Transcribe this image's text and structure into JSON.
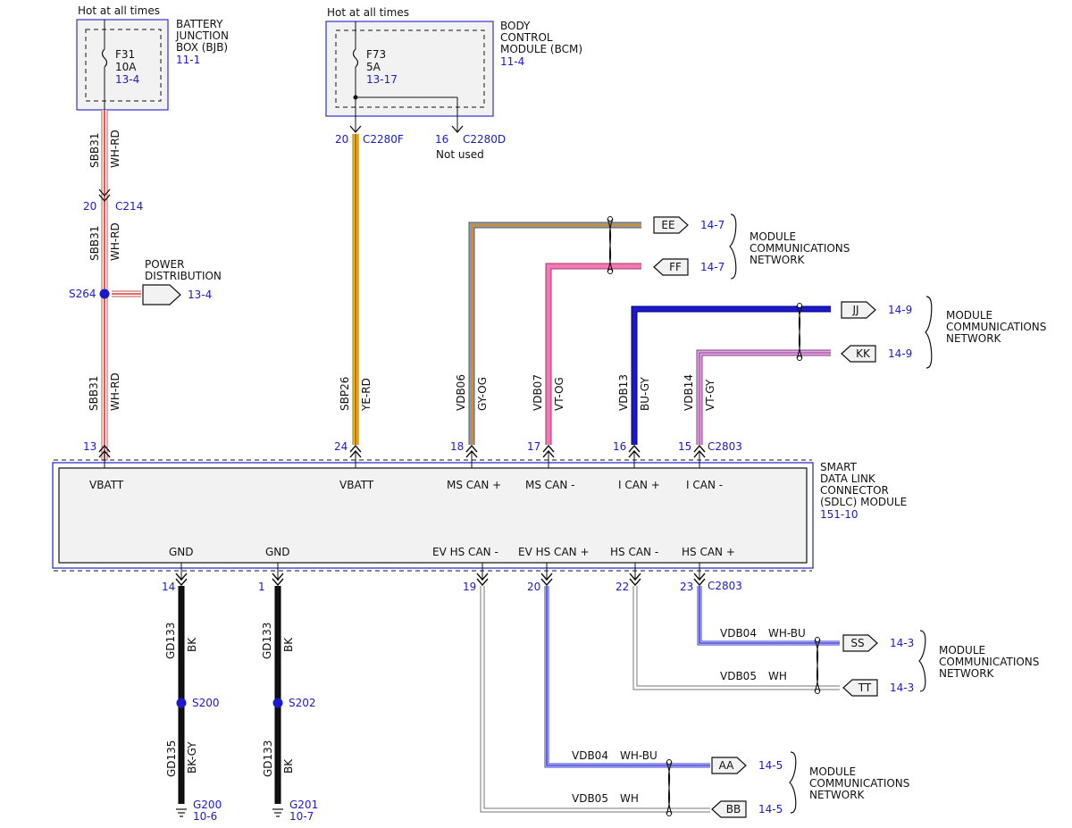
{
  "bjb": {
    "supply": "Hot at all times",
    "name_lines": [
      "BATTERY",
      "JUNCTION",
      "BOX (BJB)"
    ],
    "ref": "11-1",
    "fuse": "F31",
    "fuse_amp": "10A",
    "fuse_ref": "13-4"
  },
  "bcm": {
    "supply": "Hot at all times",
    "name_lines": [
      "BODY",
      "CONTROL",
      "MODULE (BCM)"
    ],
    "ref": "11-4",
    "fuse": "F73",
    "fuse_amp": "5A",
    "fuse_ref": "13-17",
    "pin1": "20",
    "conn1": "C2280F",
    "pin2": "16",
    "conn2": "C2280D",
    "not_used": "Not used"
  },
  "c214": {
    "pin": "20",
    "conn": "C214"
  },
  "s264": {
    "label": "S264"
  },
  "power_dist": {
    "lines": [
      "POWER",
      "DISTRIBUTION"
    ],
    "ref": "13-4"
  },
  "sdlc": {
    "name_lines": [
      "SMART",
      "DATA LINK",
      "CONNECTOR",
      "(SDLC) MODULE"
    ],
    "ref": "151-10",
    "top_conn": "C2803",
    "bottom_conn": "C2803"
  },
  "top_wires": [
    {
      "pin": "13",
      "circuit": "SBB31",
      "color": "WH-RD",
      "label": "VBATT"
    },
    {
      "pin": "24",
      "circuit": "SBP26",
      "color": "YE-RD",
      "label": "VBATT"
    },
    {
      "pin": "18",
      "circuit": "VDB06",
      "color": "GY-OG",
      "label": "MS CAN +"
    },
    {
      "pin": "17",
      "circuit": "VDB07",
      "color": "VT-OG",
      "label": "MS CAN -"
    },
    {
      "pin": "16",
      "circuit": "VDB13",
      "color": "BU-GY",
      "label": "I CAN +"
    },
    {
      "pin": "15",
      "circuit": "VDB14",
      "color": "VT-GY",
      "label": "I CAN -"
    }
  ],
  "bjb_wire": {
    "circuit": "SBB31",
    "color": "WH-RD"
  },
  "c214_wire": {
    "circuit": "SBB31",
    "color": "WH-RD"
  },
  "bottom_wires": [
    {
      "pin": "14",
      "circuit": "GD133",
      "color": "BK",
      "label": "GND"
    },
    {
      "pin": "1",
      "circuit": "GD133",
      "color": "BK",
      "label": "GND"
    },
    {
      "pin": "19",
      "label": "EV HS CAN -"
    },
    {
      "pin": "20",
      "label": "EV HS CAN +"
    },
    {
      "pin": "22",
      "label": "HS CAN -"
    },
    {
      "pin": "23",
      "label": "HS CAN +"
    }
  ],
  "splices": [
    {
      "label": "S200",
      "circuit": "GD135",
      "color": "BK-GY",
      "ground": "G200",
      "ref": "10-6"
    },
    {
      "label": "S202",
      "circuit": "GD133",
      "color": "BK",
      "ground": "G201",
      "ref": "10-7"
    }
  ],
  "connectors": {
    "EE": {
      "ref": "14-7"
    },
    "FF": {
      "ref": "14-7"
    },
    "JJ": {
      "ref": "14-9"
    },
    "KK": {
      "ref": "14-9"
    },
    "SS": {
      "ref": "14-3",
      "circuit": "VDB04",
      "color": "WH-BU"
    },
    "TT": {
      "ref": "14-3",
      "circuit": "VDB05",
      "color": "WH"
    },
    "AA": {
      "ref": "14-5",
      "circuit": "VDB04",
      "color": "WH-BU"
    },
    "BB": {
      "ref": "14-5",
      "circuit": "VDB05",
      "color": "WH"
    }
  },
  "networks": {
    "n1": [
      "MODULE",
      "COMMUNICATIONS",
      "NETWORK"
    ],
    "n2": [
      "MODULE",
      "COMMUNICATIONS",
      "NETWORK"
    ],
    "n3": [
      "MODULE",
      "COMMUNICATIONS",
      "NETWORK"
    ],
    "n4": [
      "MODULE",
      "COMMUNICATIONS",
      "NETWORK"
    ]
  },
  "wire_colors": {
    "WH-RD": {
      "base": "#ffffff",
      "stripe": "#e53030",
      "edge": "#c85050"
    },
    "YE-RD": {
      "base": "#f5c800",
      "stripe": "#d43a1a",
      "edge": "#9a7a00"
    },
    "GY-OG": {
      "base": "#9a9a9a",
      "stripe": "#d68a1a",
      "edge": "#5a5a5a"
    },
    "VT-OG": {
      "base": "#f07ab4",
      "stripe": "#f07ab4",
      "edge": "#b0306a"
    },
    "BU-GY": {
      "base": "#1a1acc",
      "stripe": "#1a1acc",
      "edge": "#00007a"
    },
    "VT-GY": {
      "base": "#e0a8e0",
      "stripe": "#b060b0",
      "edge": "#804080"
    },
    "BK": {
      "base": "#111111",
      "stripe": "#111111",
      "edge": "#000000"
    },
    "WH-BU": {
      "base": "#ffffff",
      "stripe": "#3a3ad8",
      "edge": "#3a3ad8"
    },
    "WH": {
      "base": "#ffffff",
      "stripe": "#ffffff",
      "edge": "#777777"
    }
  }
}
